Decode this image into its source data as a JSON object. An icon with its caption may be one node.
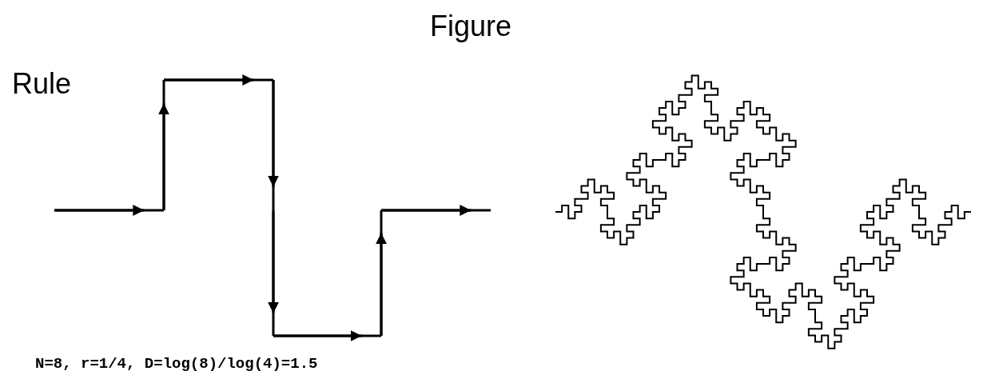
{
  "diagram": {
    "labels": [
      "Figure",
      "Rule",
      "N=8, r=1/4, D=log(8)/log(4)=1.5"
    ]
  }
}
